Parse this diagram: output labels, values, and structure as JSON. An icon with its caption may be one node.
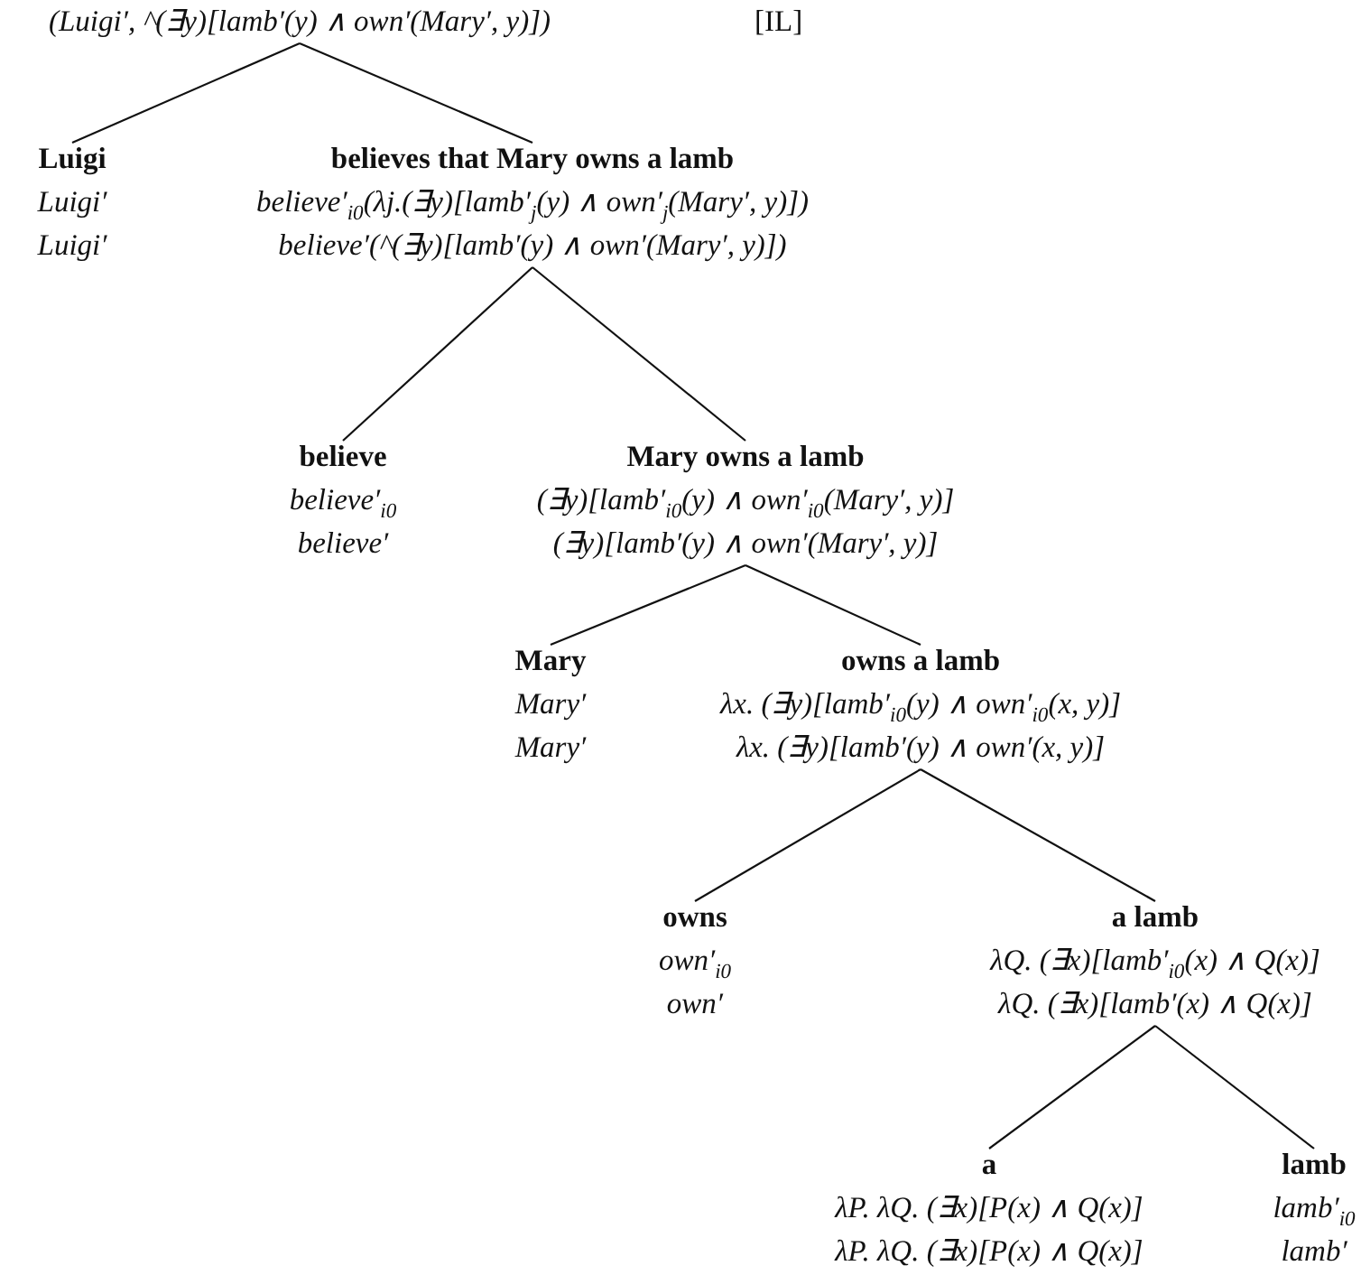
{
  "diagram": {
    "nodes": [
      {
        "text": [
          "(Luigi′, ^(∃y)[lamb′(y) ∧ own′(Mary′, y)])"
        ]
      },
      {
        "text": [
          "Luigi",
          "Luigi′",
          "Luigi′"
        ]
      },
      {
        "text": [
          "believes that Mary owns a lamb",
          "believe′$_{i0}$(λj.(∃y)[lamb′$_{j}$(y) ∧ own′$_{j}$(Mary′, y)])",
          "believe′(^(∃y)[lamb′(y) ∧ own′(Mary′, y)])"
        ]
      },
      {
        "text": [
          "believe",
          "believe′$_{i0}$",
          "believe′"
        ]
      },
      {
        "text": [
          "Mary owns a lamb",
          "(∃y)[lamb′$_{i0}$(y) ∧ own′$_{i0}$(Mary′, y)]",
          "(∃y)[lamb′(y) ∧ own′(Mary′, y)]"
        ]
      },
      {
        "text": [
          "Mary",
          "Mary′",
          "Mary′"
        ]
      },
      {
        "text": [
          "owns a lamb",
          "λx. (∃y)[lamb′$_{i0}$(y) ∧ own′$_{i0}$(x, y)]",
          "λx. (∃y)[lamb′(y) ∧ own′(x, y)]"
        ]
      },
      {
        "text": [
          "owns",
          "own′$_{i0}$",
          "own′"
        ]
      },
      {
        "text": [
          "a lamb",
          "λQ. (∃x)[lamb′$_{i0}$(x) ∧ Q(x)]",
          "λQ. (∃x)[lamb′(x) ∧ Q(x)]"
        ]
      },
      {
        "text": [
          "a",
          "λP. λQ. (∃x)[P(x) ∧ Q(x)]",
          "λP. λQ. (∃x)[P(x) ∧ Q(x)]"
        ]
      },
      {
        "text": [
          "lamb",
          "lamb′$_{i0}$",
          "lamb′"
        ]
      }
    ],
    "edges": [
      {
        "from": 0,
        "to": 1,
        "arrow": "none"
      },
      {
        "from": 0,
        "to": 2,
        "arrow": "none"
      },
      {
        "from": 2,
        "to": 3,
        "arrow": "none"
      },
      {
        "from": 2,
        "to": 4,
        "arrow": "none"
      },
      {
        "from": 4,
        "to": 5,
        "arrow": "none"
      },
      {
        "from": 4,
        "to": 6,
        "arrow": "none"
      },
      {
        "from": 6,
        "to": 7,
        "arrow": "none"
      },
      {
        "from": 6,
        "to": 8,
        "arrow": "none"
      },
      {
        "from": 8,
        "to": 9,
        "arrow": "none"
      },
      {
        "from": 8,
        "to": 10,
        "arrow": "none"
      }
    ],
    "labels": [
      "[IL]"
    ]
  }
}
